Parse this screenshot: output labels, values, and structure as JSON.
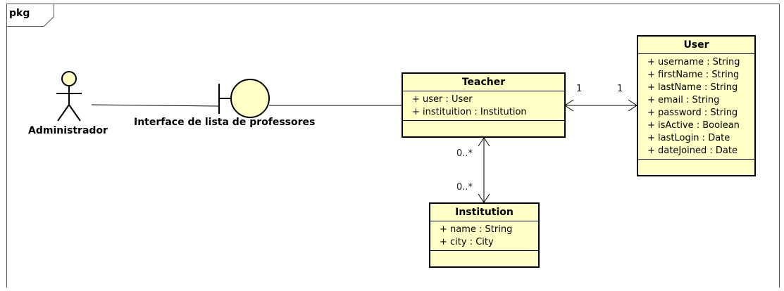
{
  "frame": {
    "label": "pkg"
  },
  "actor": {
    "name": "Administrador"
  },
  "boundary": {
    "name": "Interface de lista de professores"
  },
  "classes": {
    "teacher": {
      "name": "Teacher",
      "attributes": [
        "+ user : User",
        "+ instituition : Institution"
      ]
    },
    "user": {
      "name": "User",
      "attributes": [
        "+ username : String",
        "+ firstName : String",
        "+ lastName : String",
        "+ email : String",
        "+ password : String",
        "+ isActive : Boolean",
        "+ lastLogin : Date",
        "+ dateJoined : Date"
      ]
    },
    "institution": {
      "name": "Institution",
      "attributes": [
        "+ name : String",
        "+ city : City"
      ]
    }
  },
  "multiplicities": {
    "teacher_user_left": "1",
    "teacher_user_right": "1",
    "teacher_inst_top": "0..*",
    "teacher_inst_bottom": "0..*"
  },
  "colors": {
    "fill": "#ffffc6",
    "stroke": "#000000",
    "frame": "#555555"
  }
}
